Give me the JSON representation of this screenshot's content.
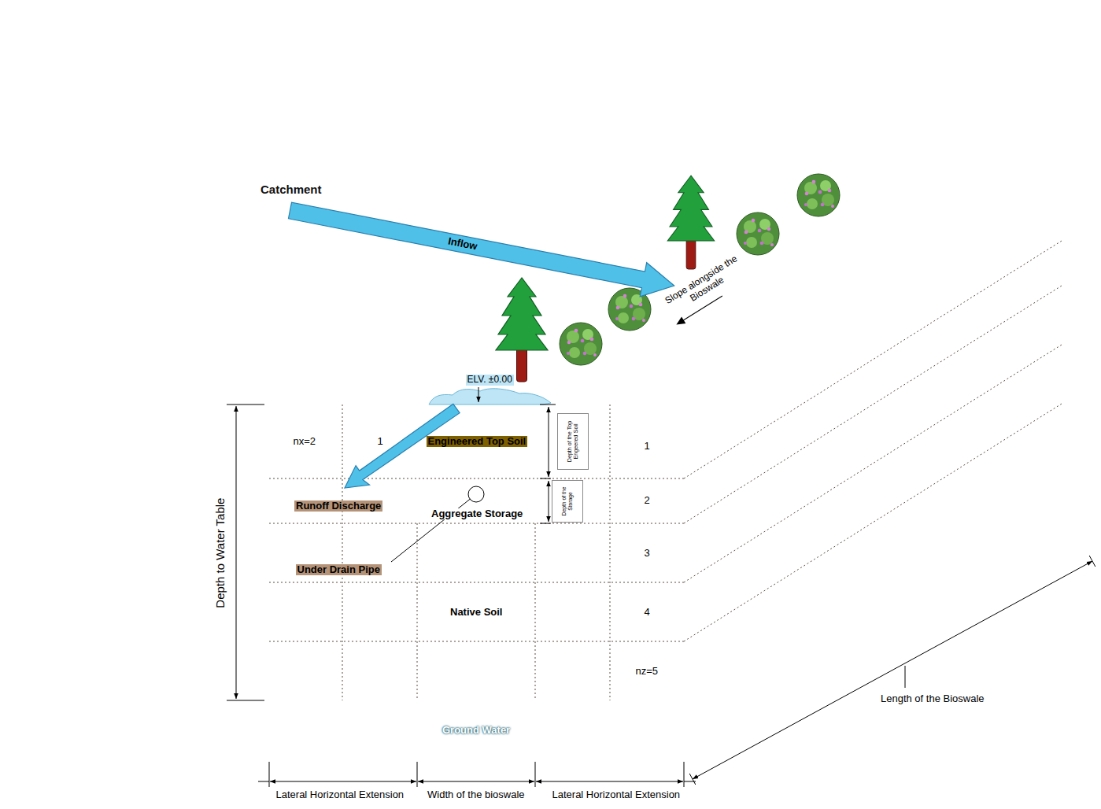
{
  "diagram": {
    "nodes": [
      {
        "text": [
          "Catchment"
        ]
      },
      {
        "text": [
          "Slope alongside the Bioswale"
        ]
      },
      {
        "text": [
          "Native Soil"
        ]
      },
      {
        "text": [
          "Engineered Top Soil"
        ],
        "in": 2
      },
      {
        "text": [
          "Aggregate Storage"
        ],
        "in": 2
      },
      {
        "text": [
          "Ground Water"
        ]
      }
    ],
    "edges": [
      {
        "from": 0,
        "to": 1,
        "label": "Inflow",
        "arrow": "to"
      }
    ],
    "labels": [
      "ELV. ±0.00",
      "nx=2",
      "1",
      "Depth of the Top Engeered Soil",
      "1",
      "Runoff Discharge",
      "Depth of the Storage",
      "2",
      "Under Drain Pipe",
      "3",
      "4",
      "nz=5",
      "Depth to Water Table",
      "Length of the Bioswale",
      "Lateral Horizontal Extension",
      "Width of the bioswale",
      "Lateral Horizontal Extension"
    ]
  }
}
